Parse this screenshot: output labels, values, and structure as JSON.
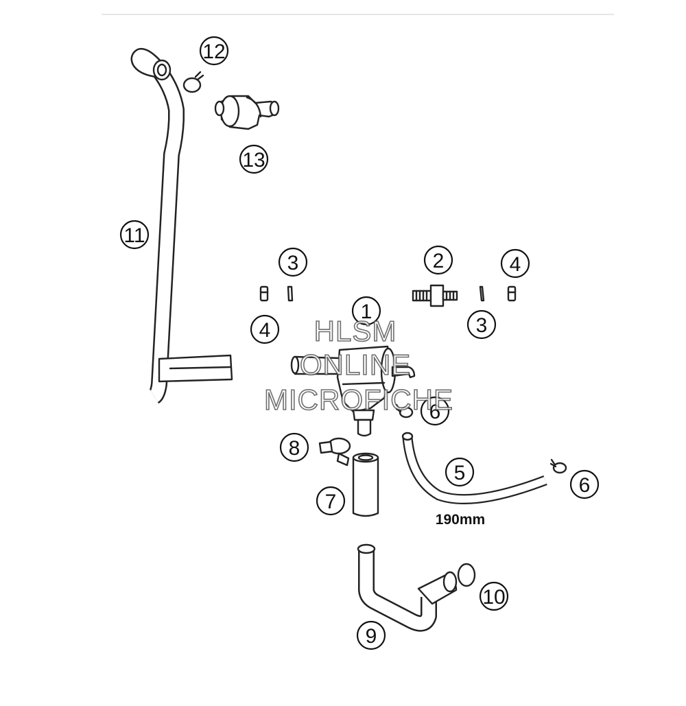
{
  "diagram": {
    "callouts": [
      "1",
      "2",
      "3",
      "4",
      "5",
      "6",
      "7",
      "8",
      "9",
      "10",
      "11",
      "12",
      "13",
      "3",
      "4",
      "6"
    ],
    "dimension_label": "190mm",
    "watermark": [
      "HLSM",
      "ONLINE",
      "MICROFICHE"
    ]
  },
  "colors": {
    "line": "#222222",
    "background": "#ffffff",
    "rule": "#dddddd"
  }
}
